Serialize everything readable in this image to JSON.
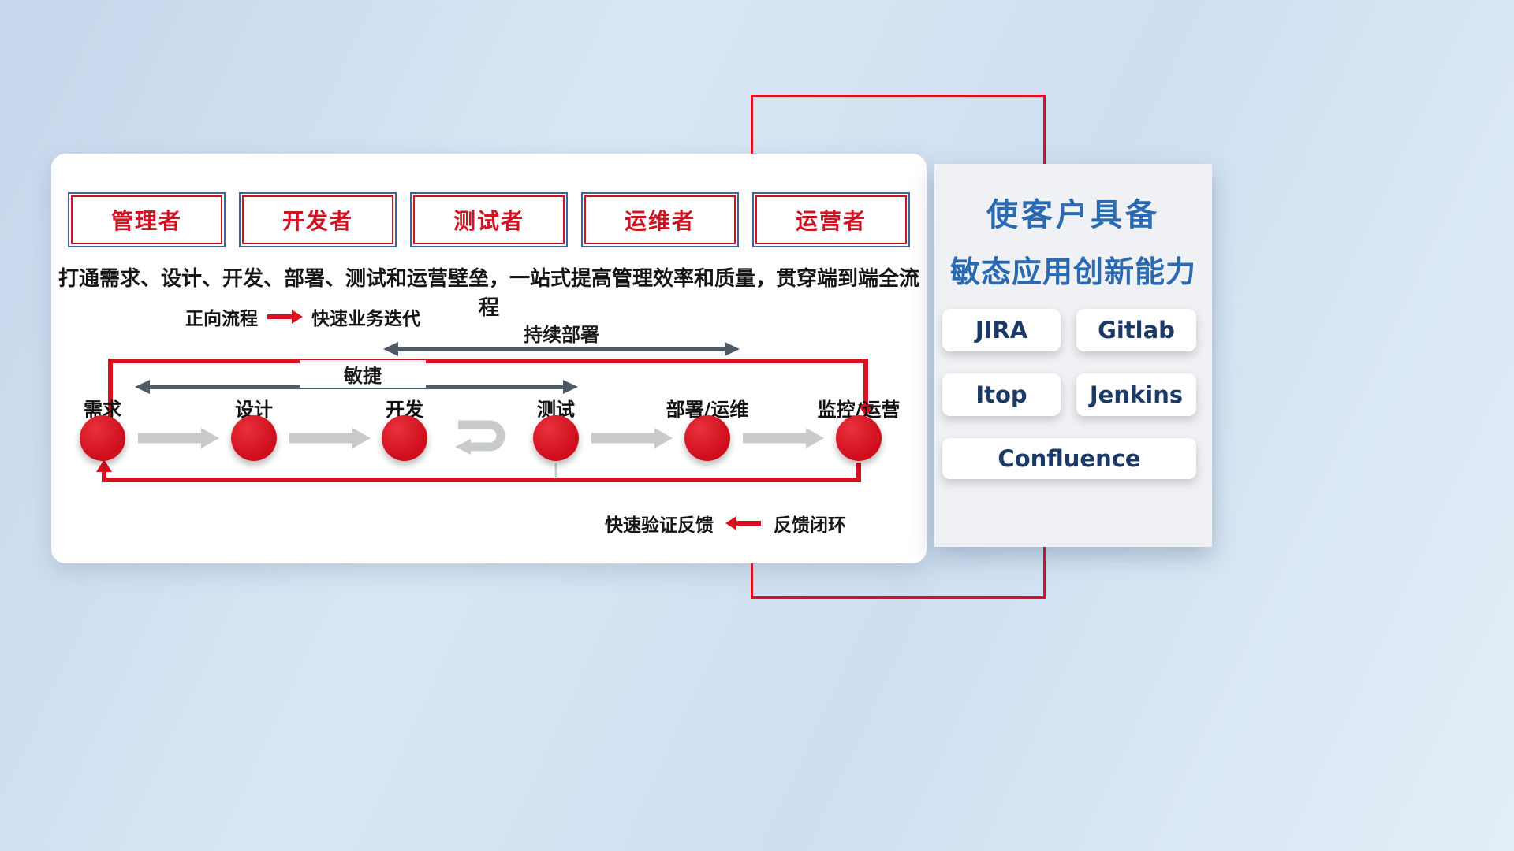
{
  "colors": {
    "accent_red": "#d7111f",
    "role_text_red": "#cf1322",
    "role_border_blue": "#44639b",
    "dark_arrow": "#4e5a66",
    "gray_arrow": "#c8cacc",
    "panel_title_blue": "#2a6ab1",
    "tool_text_navy": "#1c3a68"
  },
  "roles": {
    "items": [
      {
        "label": "管理者"
      },
      {
        "label": "开发者"
      },
      {
        "label": "测试者"
      },
      {
        "label": "运维者"
      },
      {
        "label": "运营者"
      }
    ]
  },
  "subtitle": "打通需求、设计、开发、部署、测试和运营壁垒，一站式提高管理效率和质量，贯穿端到端全流程",
  "legend": {
    "forward_label": "正向流程",
    "forward_desc": "快速业务迭代",
    "forward_arrow_icon": "arrow-right",
    "feedback_desc": "快速验证反馈",
    "feedback_label": "反馈闭环",
    "feedback_arrow_icon": "arrow-left"
  },
  "flow": {
    "cd_label": "持续部署",
    "agile_label": "敏捷",
    "stages": [
      {
        "label": "需求"
      },
      {
        "label": "设计"
      },
      {
        "label": "开发"
      },
      {
        "label": "测试"
      },
      {
        "label": "部署/运维"
      },
      {
        "label": "监控/运营"
      }
    ]
  },
  "right_panel": {
    "title_line1": "使客户具备",
    "title_line2": "敏态应用创新能力",
    "tools": [
      {
        "label": "JIRA"
      },
      {
        "label": "Gitlab"
      },
      {
        "label": "Itop"
      },
      {
        "label": "Jenkins"
      },
      {
        "label": "Confluence"
      }
    ]
  }
}
